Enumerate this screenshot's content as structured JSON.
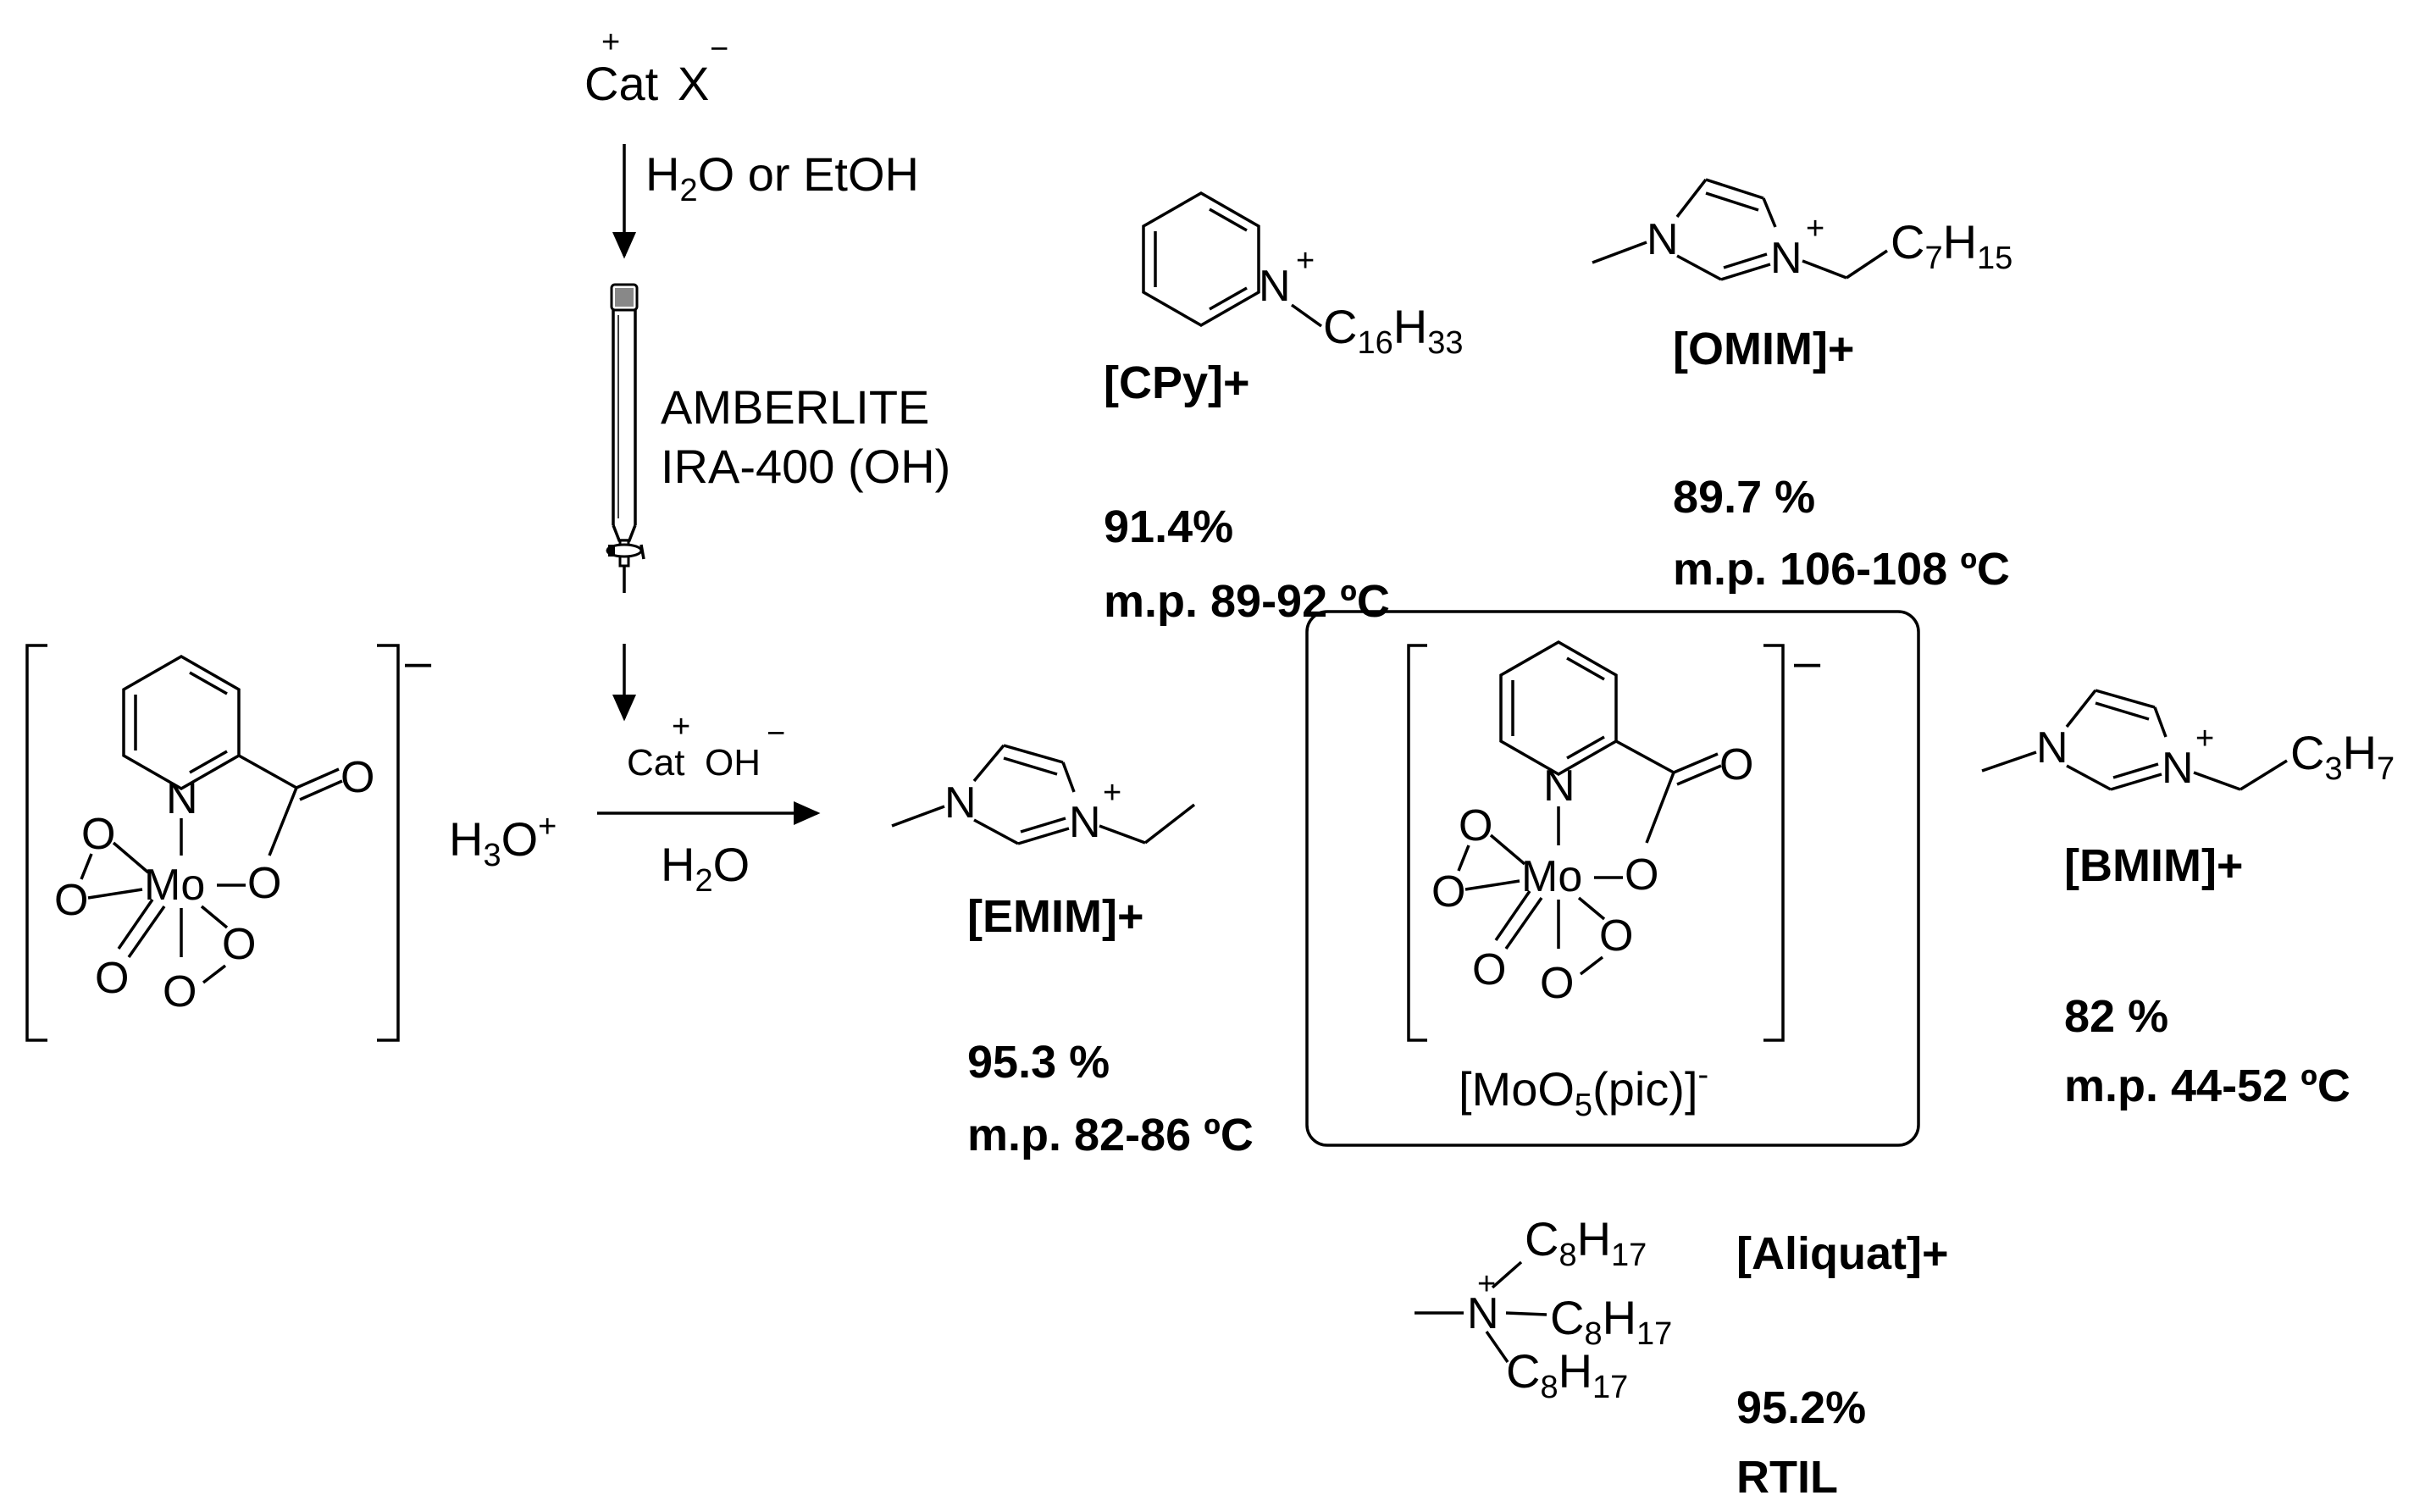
{
  "reactants": {
    "salt_cation": "Cat",
    "salt_anion": "X",
    "plus": "+",
    "minus": "−",
    "solvent_step": "H2O or EtOH",
    "resin_line1": "AMBERLITE",
    "resin_line2": "IRA-400 (OH)",
    "hydroxide_cation": "Cat",
    "hydroxide_anion": "OH",
    "acid": "H3O+",
    "water": "H2O"
  },
  "atoms": {
    "N": "N",
    "O": "O",
    "Mo": "Mo",
    "charge_minus": "–",
    "charge_plus": "+"
  },
  "alkyl": {
    "c16h33": "C16H33",
    "c7h15": "C7H15",
    "c3h7": "C3H7",
    "c8h17": "C8H17"
  },
  "boxed_anion_label": "[MoO5(pic)]-",
  "products": [
    {
      "name": "[CPy]+",
      "yield": "91.4%",
      "mp": "m.p. 89-92 ºC"
    },
    {
      "name": "[OMIM]+",
      "yield": "89.7 %",
      "mp": "m.p. 106-108 ºC"
    },
    {
      "name": "[EMIM]+",
      "yield": "95.3 %",
      "mp": "m.p. 82-86 ºC"
    },
    {
      "name": "[BMIM]+",
      "yield": "82 %",
      "mp": "m.p. 44-52 ºC"
    },
    {
      "name": "[Aliquat]+",
      "yield": "95.2%",
      "mp": "RTIL"
    }
  ],
  "icons": {
    "column": "chromatography-column-icon",
    "arrow": "reaction-arrow-icon"
  }
}
